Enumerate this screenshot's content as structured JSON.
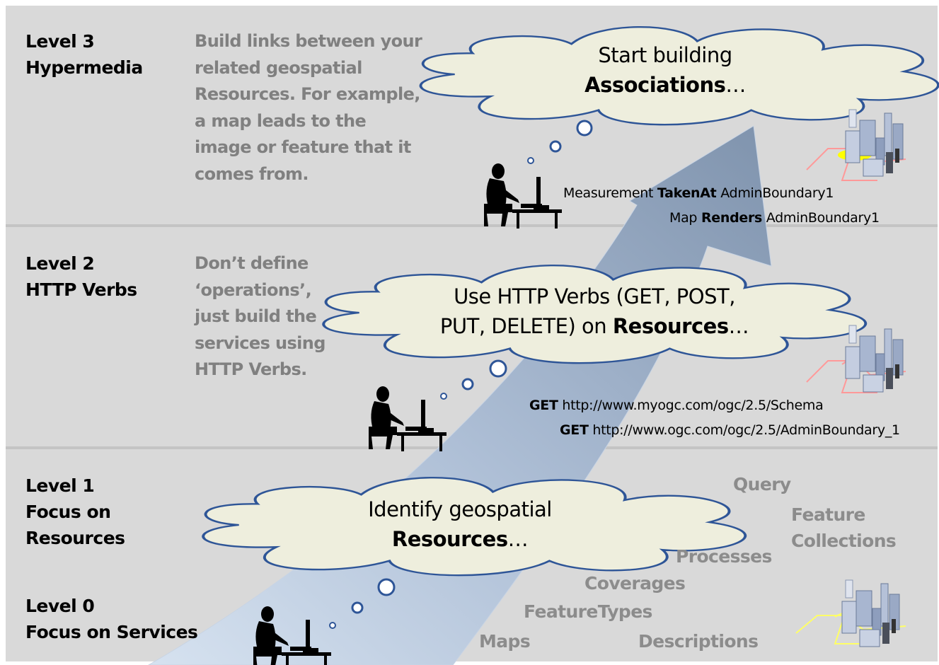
{
  "levels": [
    {
      "title_line1": "Level 3",
      "title_line2": "Hypermedia",
      "description": [
        "Build links between your",
        "related geospatial",
        "Resources. For example,",
        "a map leads to the",
        "image or feature that it",
        "comes from."
      ]
    },
    {
      "title_line1": "Level 2",
      "title_line2": "HTTP Verbs",
      "description": [
        "Don’t define",
        "‘operations’,",
        "just build the",
        "services using",
        "HTTP Verbs."
      ]
    },
    {
      "title_line1": "Level 1",
      "title_line2": "Focus on",
      "title_line3": "Resources"
    },
    {
      "title_line1": "Level 0",
      "title_line2": "Focus on Services"
    }
  ],
  "clouds": {
    "level3": {
      "line1": "Start building",
      "bold": "Associations",
      "suffix": "…"
    },
    "level2": {
      "line1": "Use HTTP Verbs (GET, POST,",
      "line2_pre": "PUT, DELETE) on ",
      "bold": "Resources",
      "suffix": "…"
    },
    "level1": {
      "line1": "Identify geospatial",
      "bold": "Resources",
      "suffix": "…"
    }
  },
  "relations": [
    {
      "pre": "Measurement ",
      "bold": "TakenAt",
      "post": " AdminBoundary1"
    },
    {
      "pre": "Map ",
      "bold": "Renders",
      "post": " AdminBoundary1"
    }
  ],
  "requests": [
    {
      "verb": "GET",
      "url": " http://www.myogc.com/ogc/2.5/Schema"
    },
    {
      "verb": "GET",
      "url": " http://www.ogc.com/ogc/2.5/AdminBoundary_1"
    }
  ],
  "resources": [
    "Query",
    "Feature",
    "Collections",
    "Processes",
    "Coverages",
    "FeatureTypes",
    "Maps",
    "Descriptions"
  ],
  "colors": {
    "band": "#d9d9d9",
    "divider": "#c4c4c4",
    "arrow_light": "#dce6f2",
    "arrow_dark": "#8497b0",
    "cloud_fill": "#eeeedd",
    "cloud_stroke": "#2e5597",
    "bubble_stroke": "#2e5597",
    "description_text": "#808080",
    "resource_text": "#8c8c8c",
    "highlight_level3": "#ffff00",
    "roads_level0": "#ffff66",
    "roads_upper": "#ff9999"
  },
  "icons": [
    "person-at-computer-icon",
    "city-map-icon",
    "thought-cloud-icon"
  ]
}
